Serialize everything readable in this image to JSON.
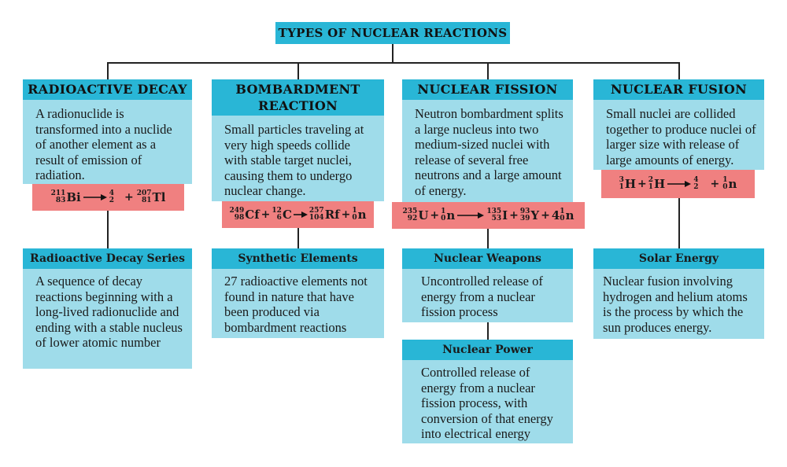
{
  "title": "TYPES OF NUCLEAR REACTIONS",
  "categories": [
    {
      "heading": "RADIOACTIVE DECAY",
      "description": "A radionuclide is transformed into a nuclide of another element as a result of emission of radiation.",
      "equation": {
        "reactants": [
          {
            "mass": "211",
            "atomic": "83",
            "symbol": "Bi"
          }
        ],
        "products": [
          {
            "mass": "4",
            "atomic": "2",
            "symbol": ""
          },
          {
            "mass": "207",
            "atomic": "81",
            "symbol": "Tl"
          }
        ]
      },
      "sub_boxes": [
        {
          "heading": "Radioactive Decay Series",
          "description": "A sequence of decay reactions beginning with a long-lived radionuclide and ending with a stable nucleus of lower atomic number"
        }
      ]
    },
    {
      "heading_lines": [
        "BOMBARDMENT",
        "REACTION"
      ],
      "description": "Small particles traveling at very high speeds collide with stable target nuclei, causing them to undergo nuclear change.",
      "equation": {
        "reactants": [
          {
            "mass": "249",
            "atomic": "98",
            "symbol": "Cf"
          },
          {
            "mass": "12",
            "atomic": "6",
            "symbol": "C"
          }
        ],
        "products": [
          {
            "mass": "257",
            "atomic": "104",
            "symbol": "Rf"
          },
          {
            "mass": "1",
            "atomic": "0",
            "symbol": "n"
          }
        ]
      },
      "sub_boxes": [
        {
          "heading": "Synthetic Elements",
          "description": "27 radioactive elements not found in nature that have been produced via bombardment reactions"
        }
      ]
    },
    {
      "heading": "NUCLEAR FISSION",
      "description": "Neutron bombardment splits a large nucleus into two medium-sized nuclei with release of several free neutrons and a large amount of energy.",
      "equation": {
        "reactants": [
          {
            "mass": "235",
            "atomic": "92",
            "symbol": "U"
          },
          {
            "mass": "1",
            "atomic": "0",
            "symbol": "n"
          }
        ],
        "products": [
          {
            "mass": "135",
            "atomic": "53",
            "symbol": "I"
          },
          {
            "mass": "93",
            "atomic": "39",
            "symbol": "Y"
          },
          {
            "coefficient": "4",
            "mass": "1",
            "atomic": "0",
            "symbol": "n"
          }
        ]
      },
      "sub_boxes": [
        {
          "heading": "Nuclear Weapons",
          "description": "Uncontrolled release of energy from a nuclear fission process"
        },
        {
          "heading": "Nuclear Power",
          "description": "Controlled release of energy from a nuclear fission process, with conversion of that energy into electrical energy"
        }
      ]
    },
    {
      "heading": "NUCLEAR FUSION",
      "description": "Small nuclei are collided together to produce nuclei of larger size with release of large amounts of energy.",
      "equation": {
        "reactants": [
          {
            "mass": "3",
            "atomic": "1",
            "symbol": "H"
          },
          {
            "mass": "2",
            "atomic": "1",
            "symbol": "H"
          }
        ],
        "products": [
          {
            "mass": "4",
            "atomic": "2",
            "symbol": ""
          },
          {
            "mass": "1",
            "atomic": "0",
            "symbol": "n"
          }
        ]
      },
      "sub_boxes": [
        {
          "heading": "Solar Energy",
          "description": "Nuclear fusion involving hydrogen and helium atoms is the process by which the sun produces energy."
        }
      ]
    }
  ],
  "colors": {
    "header": "#29b6d6",
    "body": "#9fdcea",
    "equation": "#f08080",
    "connector": "#222222"
  }
}
